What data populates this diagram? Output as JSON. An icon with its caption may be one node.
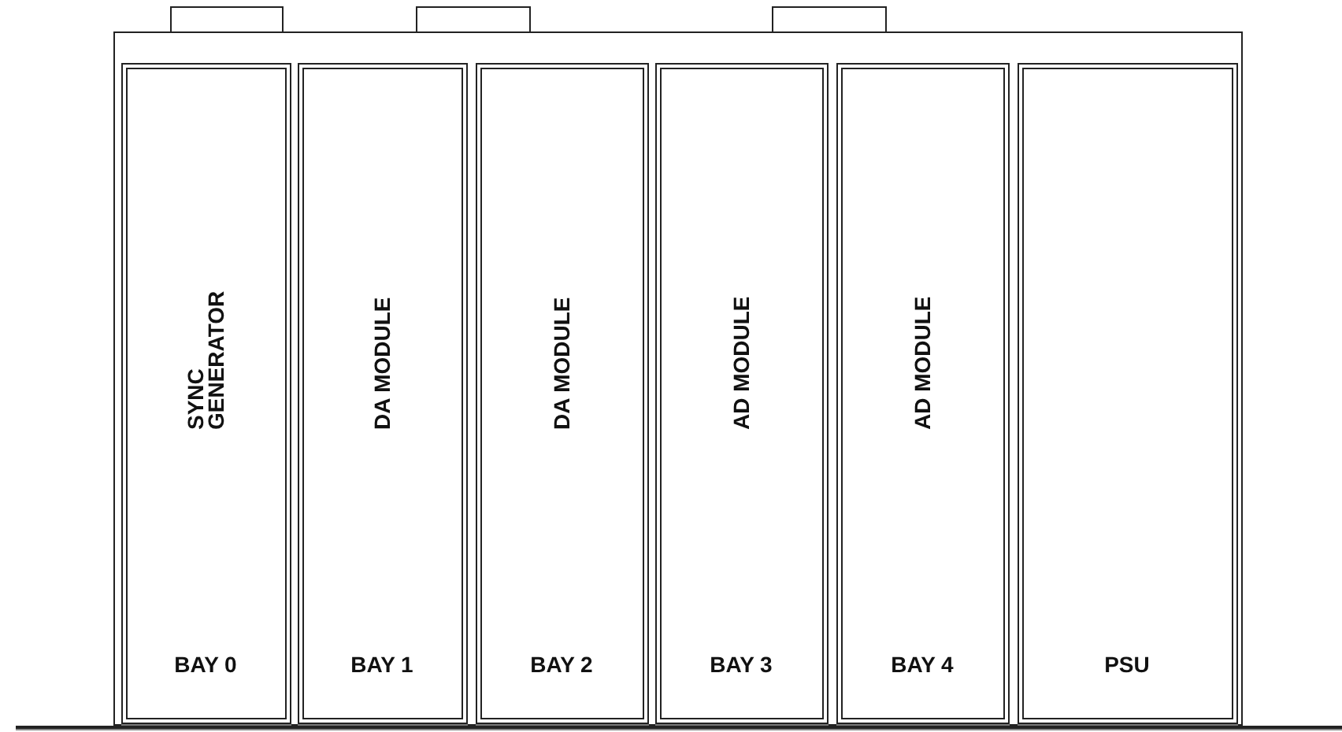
{
  "diagram": {
    "nodes": [
      {
        "text": [],
        "shape": "box"
      },
      {
        "text": [],
        "shape": "box"
      },
      {
        "text": [],
        "shape": "box"
      },
      {
        "text": [],
        "shape": "box"
      },
      {
        "text": [
          "SYNC GENERATOR",
          "BAY 0"
        ],
        "in": 3
      },
      {
        "text": [
          "DA MODULE",
          "BAY 1"
        ],
        "in": 3
      },
      {
        "text": [
          "DA MODULE",
          "BAY 2"
        ],
        "in": 3
      },
      {
        "text": [
          "AD MODULE",
          "BAY 3"
        ],
        "in": 3
      },
      {
        "text": [
          "AD MODULE",
          "BAY 4"
        ],
        "in": 3
      },
      {
        "text": [
          "PSU"
        ],
        "in": 3
      }
    ]
  }
}
